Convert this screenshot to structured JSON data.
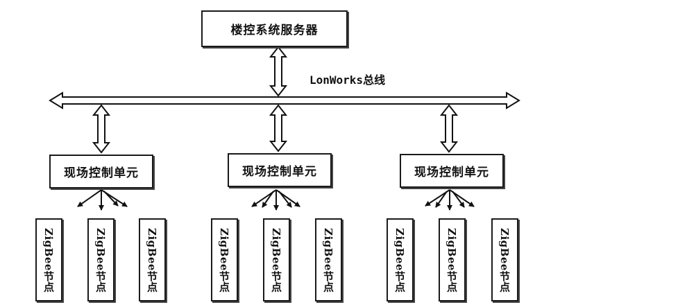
{
  "server": {
    "label": "楼控系统服务器"
  },
  "bus": {
    "label": "LonWorks总线"
  },
  "units": [
    {
      "label": "现场控制单元",
      "nodes": [
        "ZigBee节点",
        "ZigBee节点",
        "ZigBee节点"
      ]
    },
    {
      "label": "现场控制单元",
      "nodes": [
        "ZigBee节点",
        "ZigBee节点",
        "ZigBee节点"
      ]
    },
    {
      "label": "现场控制单元",
      "nodes": [
        "ZigBee节点",
        "ZigBee节点",
        "ZigBee节点"
      ]
    }
  ]
}
